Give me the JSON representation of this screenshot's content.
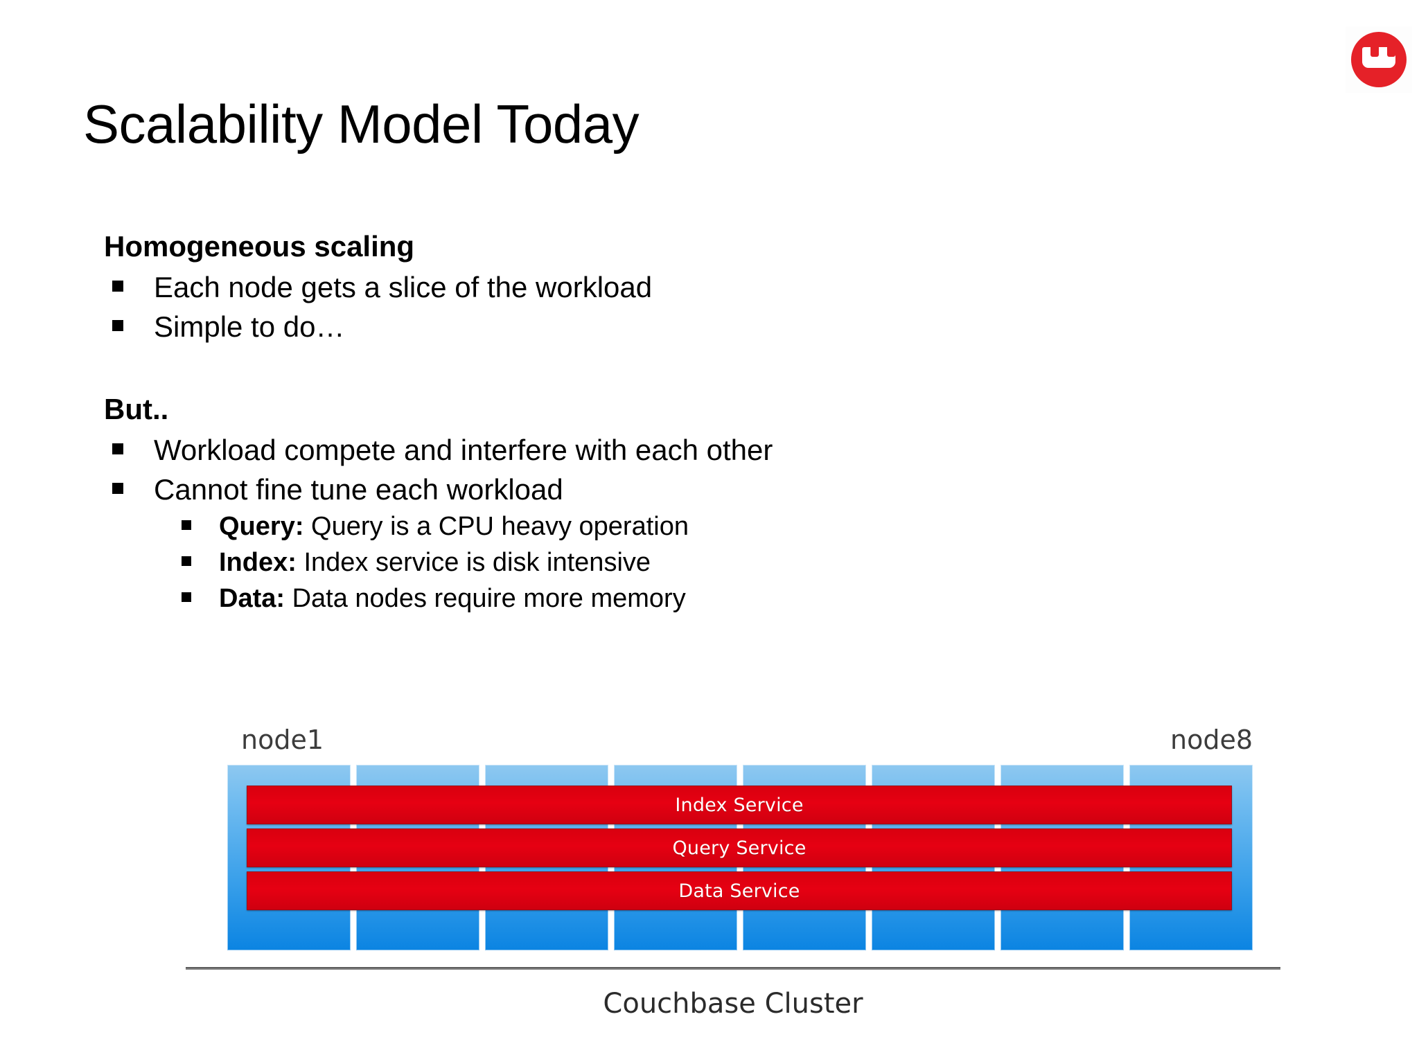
{
  "slide": {
    "title": "Scalability Model Today"
  },
  "logo": {
    "name": "couchbase-logo",
    "circle_color": "#e52128",
    "mark_color": "#ffffff"
  },
  "content": {
    "section1_heading": "Homogeneous scaling",
    "section1_bullets": [
      "Each node gets a slice of the workload",
      "Simple to do…"
    ],
    "section2_heading": "But..",
    "section2_bullets": [
      "Workload compete and interfere with each other",
      "Cannot fine tune each workload"
    ],
    "section2_subbullets": [
      {
        "label": "Query:",
        "text": " Query is a CPU heavy operation"
      },
      {
        "label": "Index:",
        "text": " Index service is disk intensive"
      },
      {
        "label": "Data:",
        "text": " Data nodes require more memory"
      }
    ]
  },
  "diagram": {
    "left_node_label": "node1",
    "right_node_label": "node8",
    "node_count": 8,
    "services": [
      "Index Service",
      "Query Service",
      "Data Service"
    ],
    "caption": "Couchbase Cluster",
    "colors": {
      "node_blue": "#0b84e2",
      "node_blue_light": "#8ec8f0",
      "service_red": "#e60012",
      "baseline_gray": "#4a4a4a"
    }
  }
}
